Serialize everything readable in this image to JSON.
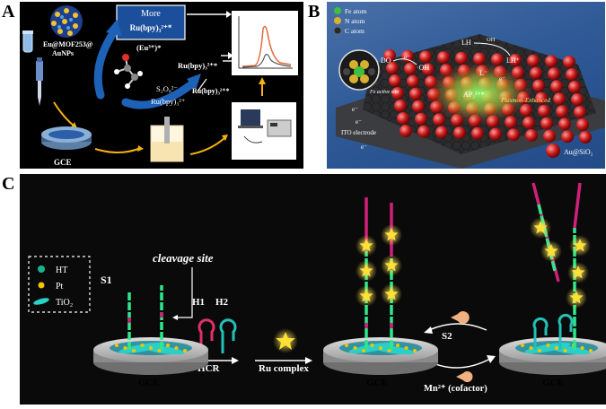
{
  "panels": {
    "a": {
      "letter": "A",
      "nanoparticle_label_line1": "Eu@MOF253@",
      "nanoparticle_label_line2": "AuNPs",
      "more_box_title": "More",
      "more_box_species": "Ru(bpy)₃²⁺*",
      "eu_species": "(Eu³⁺)*",
      "ru_excited_right": "Ru(bpy)₃²⁺*",
      "ru_excited_bottom": "Ru(bpy)₃²⁺*",
      "persulfate": "S₂O₈²⁻",
      "ru_ground": "Ru(bpy)₃²⁺",
      "electrode": "GCE"
    },
    "b": {
      "letter": "B",
      "legend": [
        {
          "label": "Fe atom",
          "color": "#3fbf3f"
        },
        {
          "label": "N atom",
          "color": "#d8b030"
        },
        {
          "label": "C atom",
          "color": "#2a2a2a"
        }
      ],
      "do_label": "DO",
      "electron": "e⁻",
      "oh_label": "·OH",
      "oh_label_2": "OH",
      "fe_site": "Fe active site",
      "lh_label": "LH",
      "lh_plus": "LH⁺",
      "l_minus": "L⁻",
      "ap_label": "AP₂²⁺*",
      "plasmon": "Plasmon-Enhanced",
      "ito": "ITO electrode",
      "au_sio2": "Au@SiO₂"
    },
    "c": {
      "letter": "C",
      "legend": [
        {
          "label": "HT",
          "color": "#19b58a"
        },
        {
          "label": "Pt",
          "color": "#f5c400"
        },
        {
          "label": "TiO₂",
          "color": "#2ad0c8"
        }
      ],
      "s1": "S1",
      "cleavage": "cleavage site",
      "h1": "H1",
      "h2": "H2",
      "hcr": "HCR",
      "ru_complex": "Ru complex",
      "s2": "S2",
      "mn": "Mn²⁺ (cofactor)",
      "electrode": "GCE",
      "colors": {
        "strand_green": "#2ee88a",
        "strand_magenta": "#d0207a",
        "star": "#ffe033",
        "hairpin_magenta": "#e0306a",
        "hairpin_teal": "#22c0b8"
      }
    }
  }
}
